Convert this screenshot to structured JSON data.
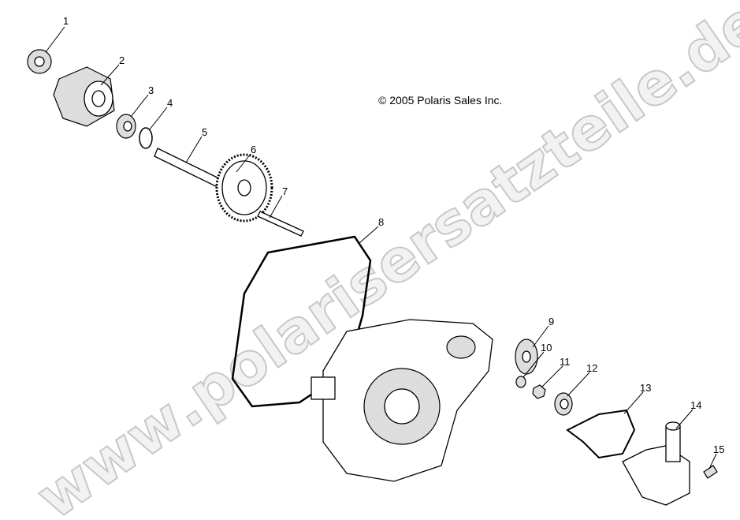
{
  "copyright": "© 2005 Polaris Sales Inc.",
  "watermark": "www.polarisersatzteile.de",
  "callouts": [
    "1",
    "2",
    "3",
    "4",
    "5",
    "6",
    "7",
    "8",
    "9",
    "10",
    "11",
    "12",
    "13",
    "14",
    "15"
  ]
}
